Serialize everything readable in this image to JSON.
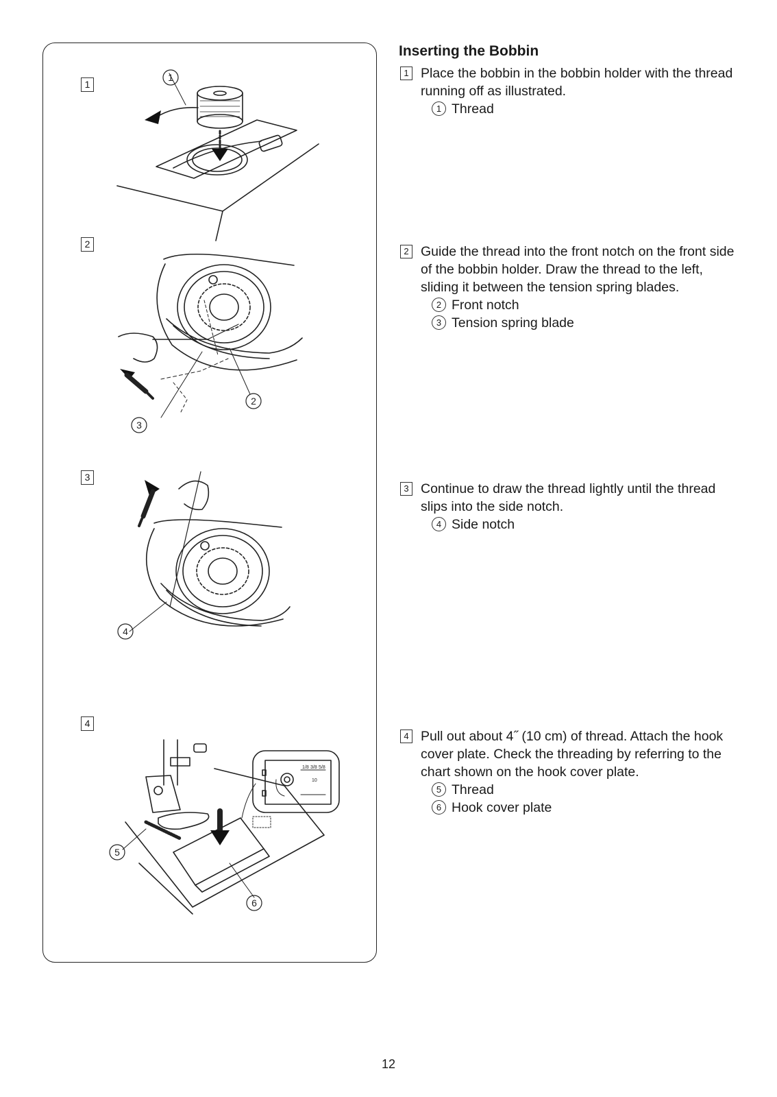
{
  "title": "Inserting the Bobbin",
  "page_number": "12",
  "steps": [
    {
      "num": "1",
      "text": "Place the bobbin in the bobbin holder with the thread running off as illustrated.",
      "legend": [
        {
          "mark": "1",
          "label": "Thread"
        }
      ]
    },
    {
      "num": "2",
      "text": "Guide the thread into the front notch on the front side of the bobbin holder. Draw the thread to the left, sliding it between the tension spring blades.",
      "legend": [
        {
          "mark": "2",
          "label": "Front notch"
        },
        {
          "mark": "3",
          "label": "Tension spring blade"
        }
      ]
    },
    {
      "num": "3",
      "text": "Continue to draw the thread lightly until the thread slips into the side notch.",
      "legend": [
        {
          "mark": "4",
          "label": "Side notch"
        }
      ]
    },
    {
      "num": "4",
      "text": "Pull out about 4˝ (10 cm) of thread. Attach the hook cover plate. Check the threading by referring to the chart shown on the hook cover plate.",
      "legend": [
        {
          "mark": "5",
          "label": "Thread"
        },
        {
          "mark": "6",
          "label": "Hook cover plate"
        }
      ]
    }
  ],
  "illustration": {
    "step_boxes": [
      "1",
      "2",
      "3",
      "4"
    ],
    "callouts": [
      "1",
      "2",
      "3",
      "4",
      "5",
      "6"
    ],
    "plate_marks": [
      "1/8",
      "3/8",
      "5/8",
      "10"
    ]
  }
}
